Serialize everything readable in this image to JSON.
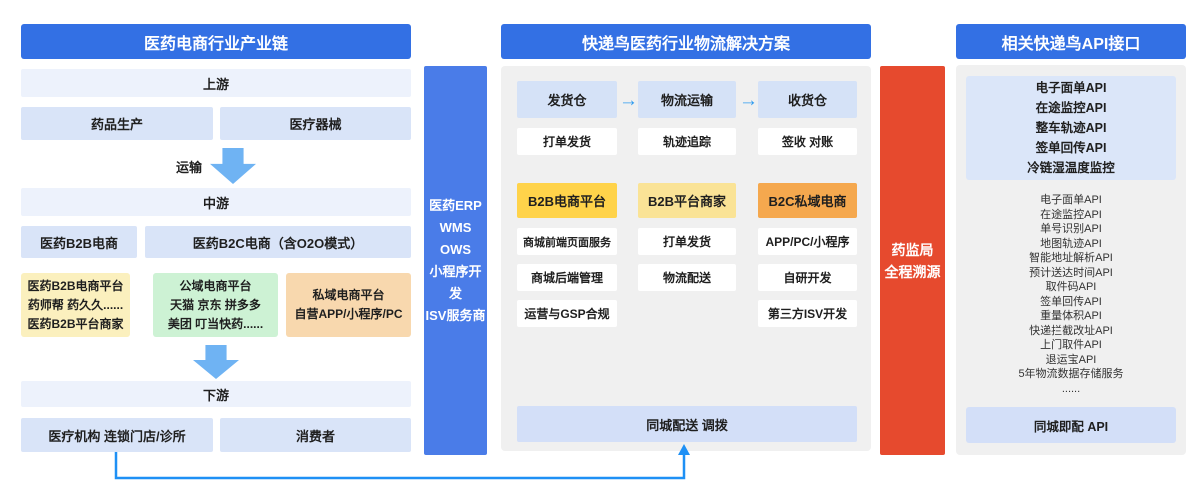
{
  "colors": {
    "header_blue": "#3370E4",
    "light_blue_box": "#D9E4F8",
    "band_light": "#EDF2FC",
    "panel_gray": "#F0F0F0",
    "arrow_blue": "#6FB3F3",
    "connector_blue": "#1E90F5",
    "regulator_red": "#E64A2E",
    "gold": "#FFD34A",
    "light_gold": "#FAE396",
    "orange": "#F5A84E",
    "pale_yellow": "#FBF0BE",
    "pale_green": "#CDF2D4",
    "pale_orange": "#F8D8AE"
  },
  "left_panel": {
    "title": "医药电商行业产业链",
    "band_upstream": "上游",
    "upstream_items": [
      "药品生产",
      "医疗器械"
    ],
    "transport_label": "运输",
    "band_midstream": "中游",
    "midstream_items": [
      "医药B2B电商",
      "医药B2C电商（含O2O模式）"
    ],
    "platform_boxes": [
      {
        "lines": [
          "医药B2B电商平台",
          "药师帮 药久久......",
          "医药B2B平台商家"
        ]
      },
      {
        "lines": [
          "公域电商平台",
          "天猫 京东 拼多多",
          "美团 叮当快药......"
        ]
      },
      {
        "lines": [
          "私域电商平台",
          "自营APP/小程序/PC"
        ]
      }
    ],
    "band_downstream": "下游",
    "downstream_items": [
      "医疗机构 连锁门店/诊所",
      "消费者"
    ]
  },
  "erp_bar": {
    "lines": [
      "医药ERP",
      "WMS",
      "OWS",
      "小程序开发",
      "ISV服务商"
    ]
  },
  "middle_panel": {
    "title": "快递鸟医药行业物流解决方案",
    "flow": [
      "发货仓",
      "物流运输",
      "收货仓"
    ],
    "flow_sub": [
      "打单发货",
      "轨迹追踪",
      "签收 对账"
    ],
    "columns": [
      {
        "header": "B2B电商平台",
        "items": [
          "商城前端页面服务",
          "商城后端管理",
          "运营与GSP合规"
        ]
      },
      {
        "header": "B2B平台商家",
        "items": [
          "打单发货",
          "物流配送"
        ]
      },
      {
        "header": "B2C私域电商",
        "items": [
          "APP/PC/小程序",
          "自研开发",
          "第三方ISV开发"
        ]
      }
    ],
    "bottom_box": "同城配送 调拨"
  },
  "regulator_bar": {
    "lines": [
      "药监局",
      "全程溯源"
    ]
  },
  "right_panel": {
    "title": "相关快递鸟API接口",
    "featured_apis": [
      "电子面单API",
      "在途监控API",
      "整车轨迹API",
      "签单回传API",
      "冷链湿温度监控"
    ],
    "api_list": [
      "电子面单API",
      "在途监控API",
      "单号识别API",
      "地图轨迹API",
      "智能地址解析API",
      "预计送达时间API",
      "取件码API",
      "签单回传API",
      "重量体积API",
      "快递拦截改址API",
      "上门取件API",
      "退运宝API",
      "5年物流数据存储服务",
      "......"
    ],
    "bottom_box": "同城即配 API"
  }
}
